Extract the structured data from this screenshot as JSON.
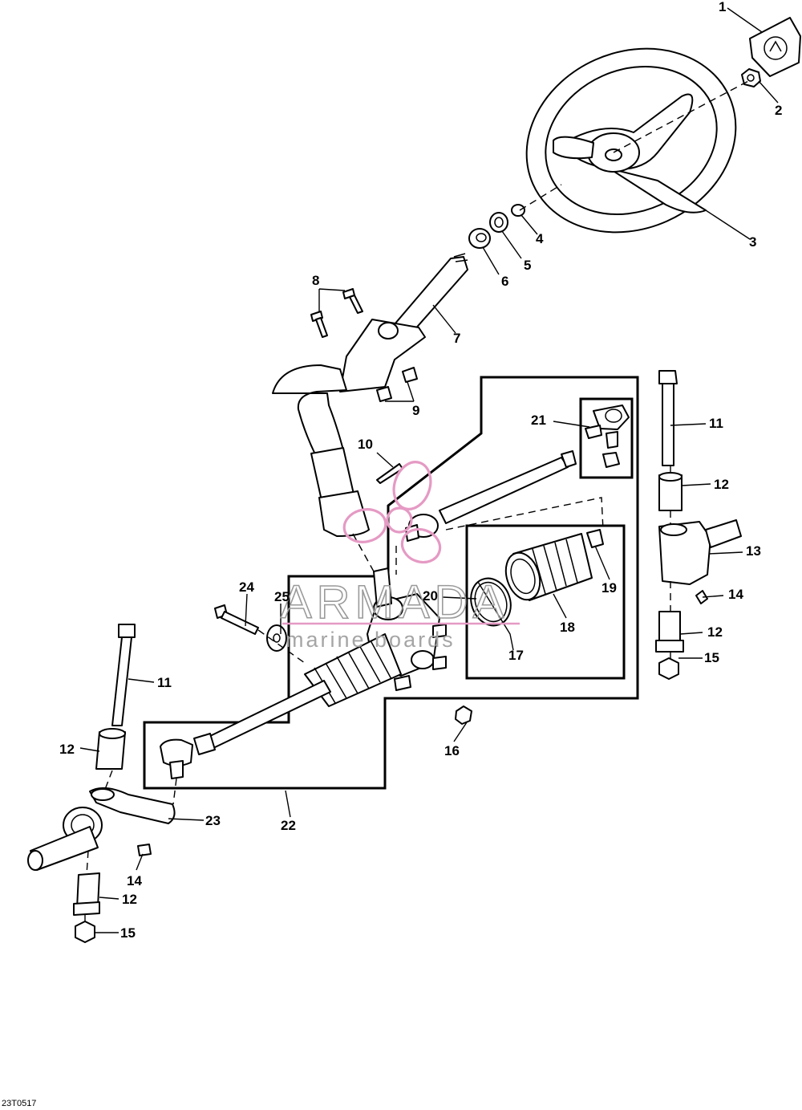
{
  "diagram": {
    "callouts": [
      "1",
      "2",
      "3",
      "4",
      "5",
      "6",
      "7",
      "8",
      "9",
      "10",
      "11",
      "12",
      "13",
      "14",
      "15",
      "16",
      "17",
      "18",
      "19",
      "20",
      "21",
      "22",
      "23",
      "24",
      "25"
    ],
    "drawing_code": "23T0517"
  },
  "watermark": {
    "title": "ARMADA",
    "subtitle": "marine boards",
    "colors": {
      "logo": "#e59ac4",
      "text": "#a0a0a0"
    }
  },
  "parts": [
    {
      "name": "steering-wheel-cap",
      "callout": "1"
    },
    {
      "name": "nut",
      "callout": "2"
    },
    {
      "name": "steering-wheel",
      "callout": "3"
    },
    {
      "name": "spring-clip",
      "callout": "4"
    },
    {
      "name": "washer",
      "callout": "5"
    },
    {
      "name": "bushing",
      "callout": "6"
    },
    {
      "name": "steering-column",
      "callout": "7"
    },
    {
      "name": "bolt",
      "callout": "8"
    },
    {
      "name": "clip-nut",
      "callout": "9"
    },
    {
      "name": "cotter-pin",
      "callout": "10"
    },
    {
      "name": "kingpin-bolt",
      "callout": "11"
    },
    {
      "name": "spindle-bushing",
      "callout": "12"
    },
    {
      "name": "right-spindle",
      "callout": "13"
    },
    {
      "name": "grease-fitting",
      "callout": "14"
    },
    {
      "name": "lock-nut",
      "callout": "15"
    },
    {
      "name": "lock-nut-small",
      "callout": "16"
    },
    {
      "name": "clamp",
      "callout": "17"
    },
    {
      "name": "boot",
      "callout": "18"
    },
    {
      "name": "boot-clamp",
      "callout": "19"
    },
    {
      "name": "o-ring",
      "callout": "20"
    },
    {
      "name": "tie-rod-end-kit",
      "callout": "21"
    },
    {
      "name": "steering-gear-assembly",
      "callout": "22"
    },
    {
      "name": "left-spindle",
      "callout": "23"
    },
    {
      "name": "cap-screw",
      "callout": "24"
    },
    {
      "name": "washer-large",
      "callout": "25"
    }
  ]
}
